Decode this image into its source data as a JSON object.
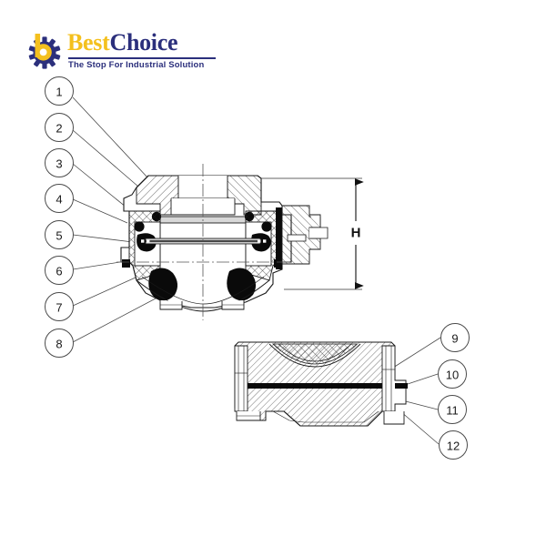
{
  "logo": {
    "mark_icon": "gear-with-b-icon",
    "word_primary": "Best",
    "word_secondary": "Choice",
    "tagline": "The Stop For Industrial Solution",
    "color_primary": "#f4c01e",
    "color_secondary": "#2b2f7c"
  },
  "diagram": {
    "title_visible": false,
    "background": "#ffffff",
    "line_color": "#1a1a1a",
    "dimension_labels": [
      {
        "id": "H",
        "text": "H"
      }
    ],
    "callouts_left": [
      {
        "number": "1"
      },
      {
        "number": "2"
      },
      {
        "number": "3"
      },
      {
        "number": "4"
      },
      {
        "number": "5"
      },
      {
        "number": "6"
      },
      {
        "number": "7"
      },
      {
        "number": "8"
      }
    ],
    "callouts_right": [
      {
        "number": "9"
      },
      {
        "number": "10"
      },
      {
        "number": "11"
      },
      {
        "number": "12"
      }
    ]
  }
}
